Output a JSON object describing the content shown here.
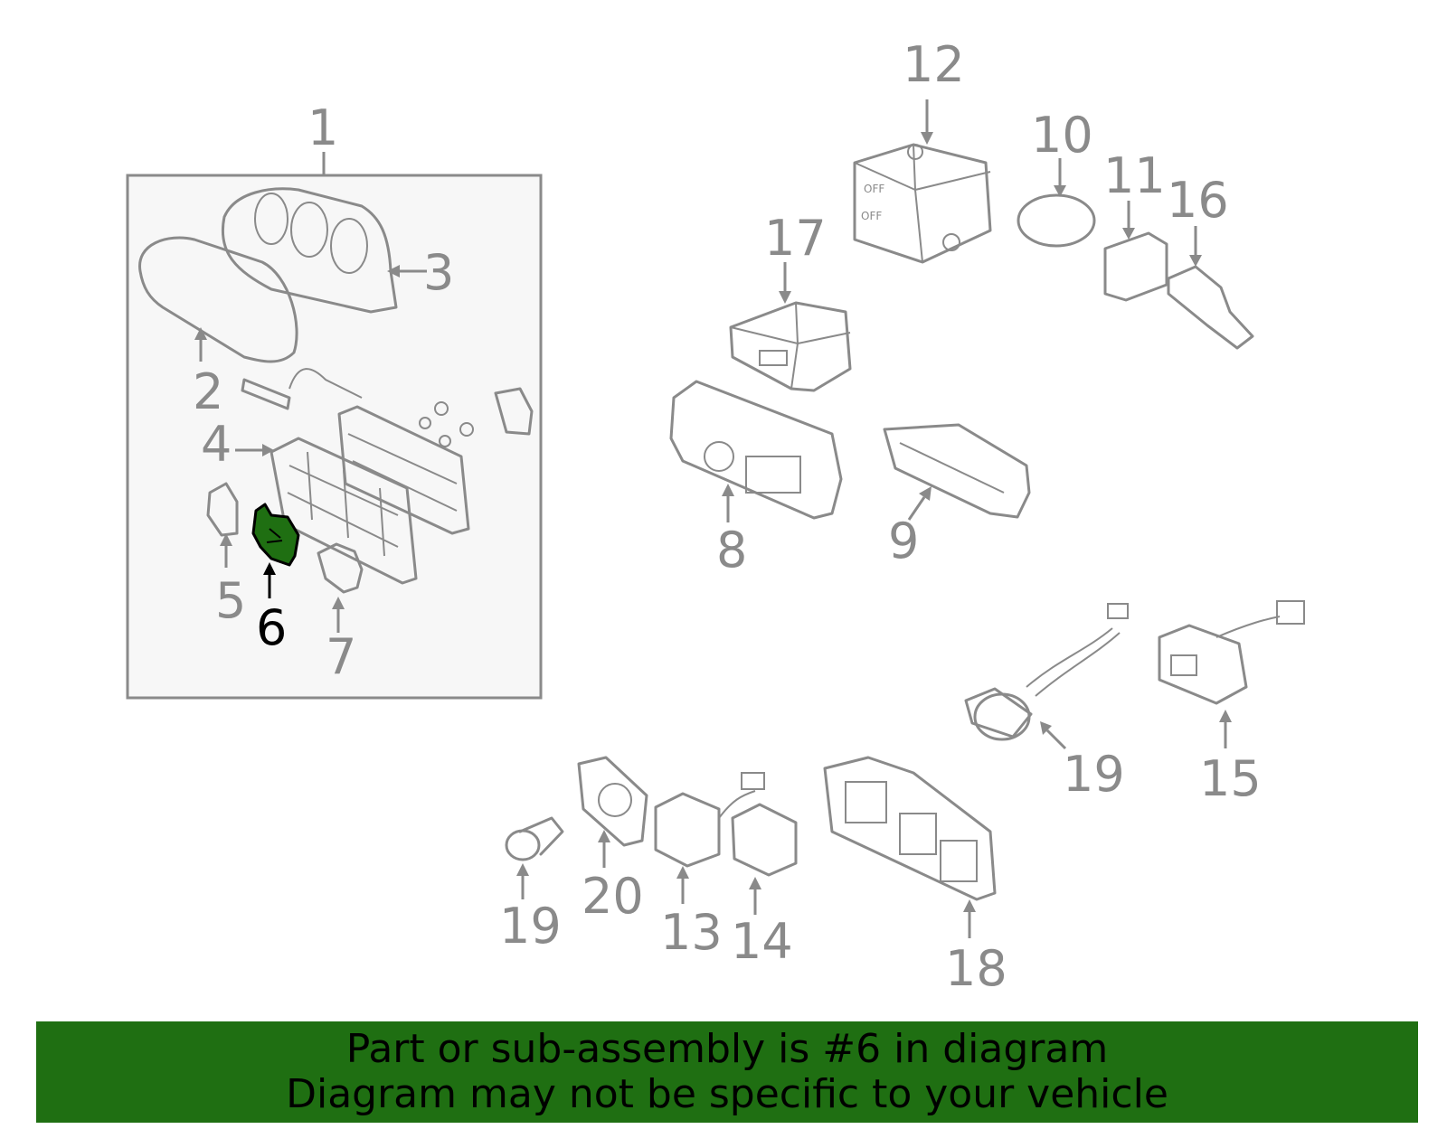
{
  "labels": {
    "p1": "1",
    "p2": "2",
    "p3": "3",
    "p4": "4",
    "p5": "5",
    "p6": "6",
    "p7": "7",
    "p8": "8",
    "p9": "9",
    "p10": "10",
    "p11": "11",
    "p12": "12",
    "p13": "13",
    "p14": "14",
    "p15": "15",
    "p16": "16",
    "p17": "17",
    "p18": "18",
    "p19a": "19",
    "p19b": "19",
    "p20": "20"
  },
  "highlighted_part": "6",
  "colors": {
    "highlight": "#1f6f12",
    "banner_bg": "#1f6f12",
    "line": "#8a8a8a"
  },
  "banner": {
    "line1": "Part or sub-assembly is #6 in diagram",
    "line2": "Diagram may not be specific to your vehicle"
  }
}
